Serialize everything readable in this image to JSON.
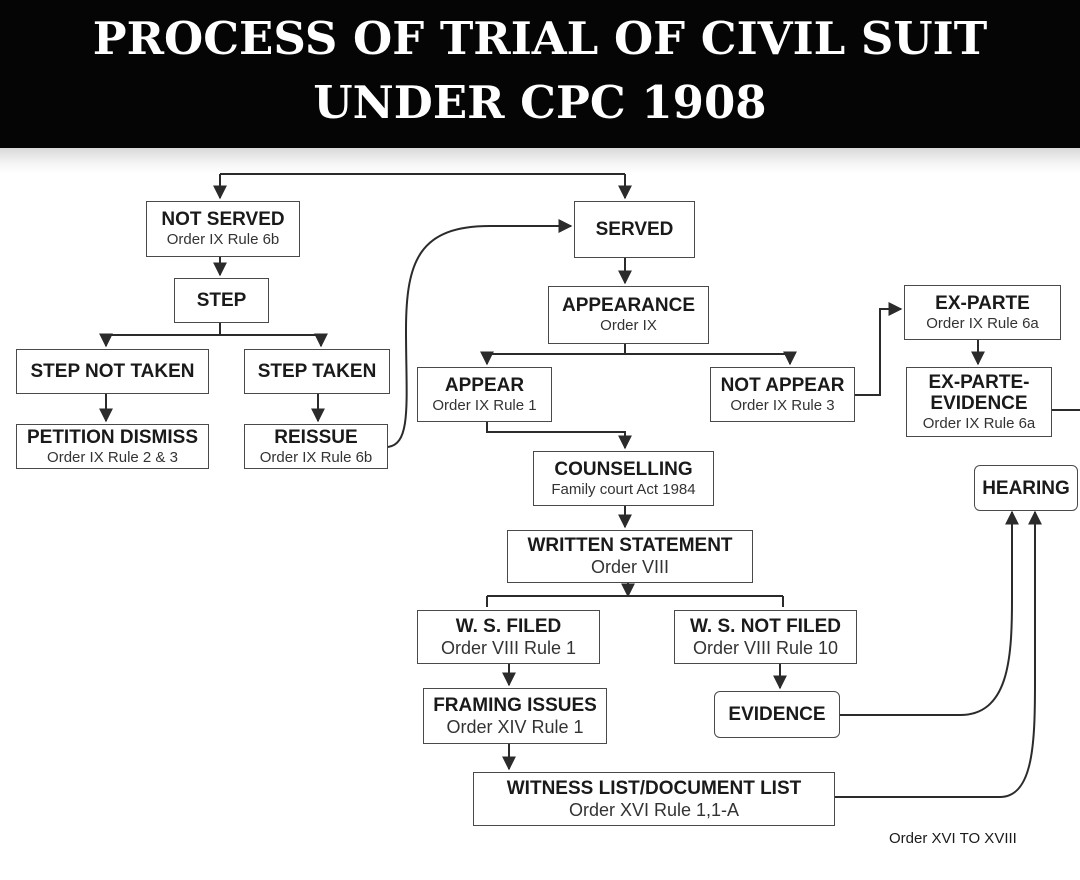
{
  "banner": {
    "line1": "PROCESS OF TRIAL OF CIVIL SUIT",
    "line2": "UNDER CPC 1908"
  },
  "nodes": {
    "not_served": {
      "title": "NOT SERVED",
      "sub": "Order IX Rule 6b"
    },
    "served": {
      "title": "SERVED"
    },
    "step": {
      "title": "STEP"
    },
    "appearance": {
      "title": "APPEARANCE",
      "sub": "Order IX"
    },
    "ex_parte": {
      "title": "EX-PARTE",
      "sub": "Order IX Rule 6a"
    },
    "step_not_taken": {
      "title": "STEP NOT TAKEN"
    },
    "step_taken": {
      "title": "STEP TAKEN"
    },
    "appear": {
      "title": "APPEAR",
      "sub": "Order IX Rule 1"
    },
    "not_appear": {
      "title": "NOT APPEAR",
      "sub": "Order IX Rule 3"
    },
    "ex_parte_evidence": {
      "title1": "EX-PARTE-",
      "title2": "EVIDENCE",
      "sub": "Order IX Rule 6a"
    },
    "petition_dismiss": {
      "title": "PETITION DISMISS",
      "sub": "Order IX Rule 2 & 3"
    },
    "reissue": {
      "title": "REISSUE",
      "sub": "Order IX Rule 6b"
    },
    "counselling": {
      "title": "COUNSELLING",
      "sub": "Family court Act 1984"
    },
    "hearing": {
      "title": "HEARING"
    },
    "written_statement": {
      "title": "WRITTEN STATEMENT",
      "sub": "Order VIII"
    },
    "ws_filed": {
      "title": "W. S. FILED",
      "sub": "Order VIII Rule 1"
    },
    "ws_not_filed": {
      "title": "W. S. NOT FILED",
      "sub": "Order VIII Rule 10"
    },
    "framing_issues": {
      "title": "FRAMING ISSUES",
      "sub": "Order XIV Rule 1"
    },
    "evidence": {
      "title": "EVIDENCE"
    },
    "witness_list": {
      "title": "WITNESS LIST/DOCUMENT LIST",
      "sub": "Order XVI Rule 1,1-A"
    }
  },
  "footnote": "Order XVI TO XVIII",
  "colors": {
    "banner_bg": "#050505",
    "banner_text": "#ffffff",
    "line": "#2b2b2b",
    "box_border": "#4a4a4a"
  }
}
